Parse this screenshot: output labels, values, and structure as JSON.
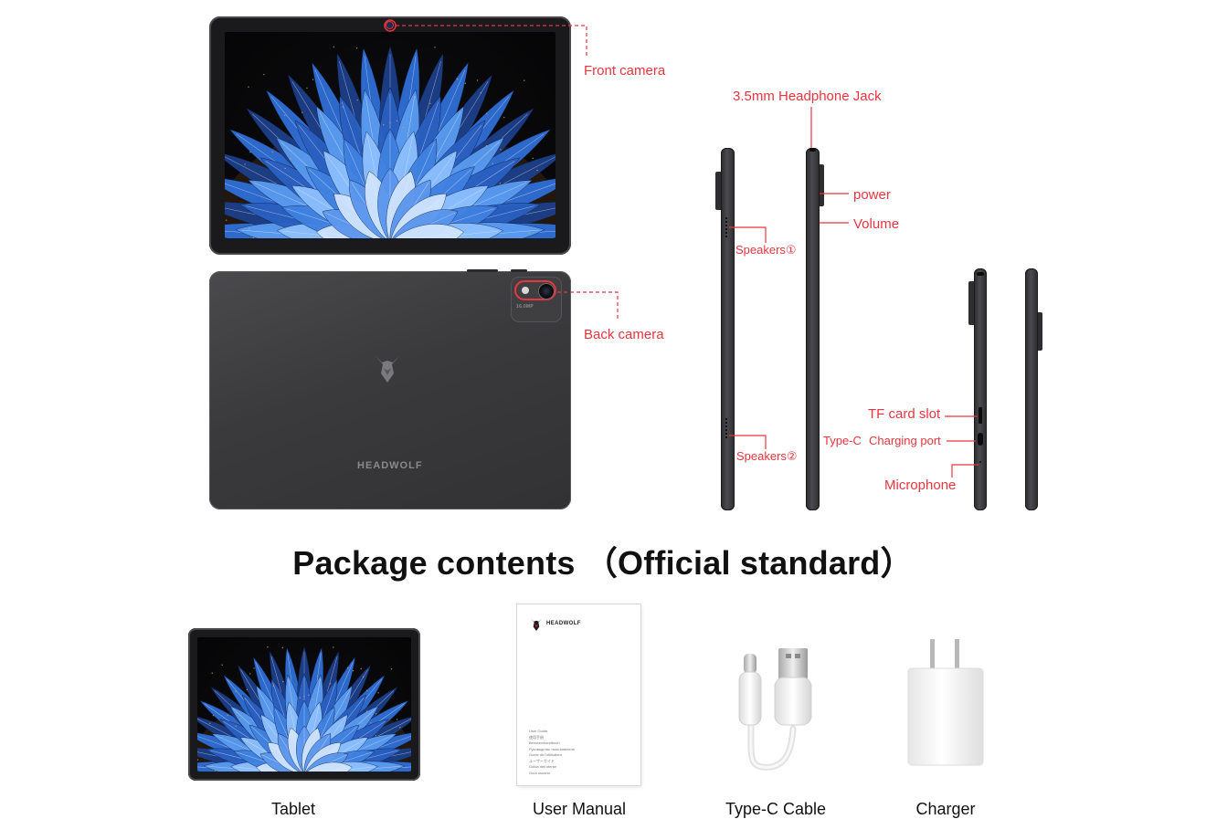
{
  "brand": {
    "back_logo_text": "HEADWOLF",
    "manual_logo_text": "HEADWOLF",
    "camera_module_text": "16.0MP"
  },
  "callouts": {
    "front_camera": "Front camera",
    "back_camera": "Back camera",
    "headphone_jack": "3.5mm Headphone Jack",
    "power": "power",
    "volume": "Volume",
    "speakers_1": "Speakers①",
    "speakers_2": "Speakers②",
    "tf_card_slot": "TF card slot",
    "type_c_port_prefix": "Type-C",
    "type_c_port_suffix": "Charging port",
    "microphone": "Microphone"
  },
  "package": {
    "title": "Package contents （Official standard）",
    "items": [
      {
        "label": "Tablet"
      },
      {
        "label": "User Manual"
      },
      {
        "label": "Type-C Cable"
      },
      {
        "label": "Charger"
      }
    ]
  },
  "manual_lines": [
    "User Guide",
    "使用手册",
    "Benutzerhandbuch",
    "Руководство пользователя",
    "Guide de l'utilisateur",
    "ユーザーガイド",
    "Guida dell'utente",
    "Guía usuario"
  ],
  "colors": {
    "callout": "#e8363f",
    "tablet_body": "#3a3a3c",
    "bezel": "#101012",
    "feather_blue": "#2f6fd6"
  }
}
